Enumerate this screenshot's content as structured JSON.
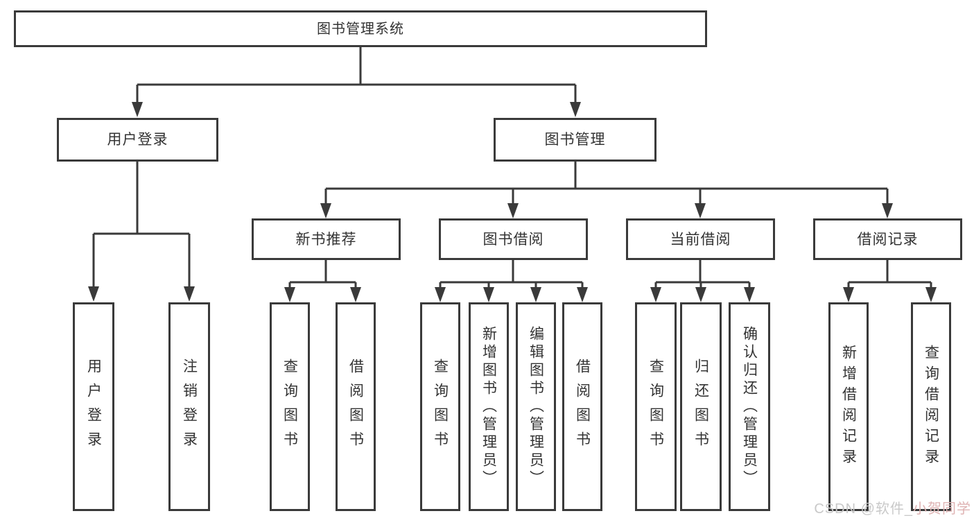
{
  "diagram": {
    "root": {
      "label": "图书管理系统"
    },
    "level2": [
      {
        "key": "user-login",
        "label": "用户登录"
      },
      {
        "key": "book-management",
        "label": "图书管理"
      }
    ],
    "level3": [
      {
        "key": "new-book-recommendation",
        "label": "新书推荐"
      },
      {
        "key": "book-borrowing",
        "label": "图书借阅"
      },
      {
        "key": "current-borrowing",
        "label": "当前借阅"
      },
      {
        "key": "borrowing-records",
        "label": "借阅记录"
      }
    ],
    "leaves": [
      {
        "parent": "user-login",
        "label": "用户登录"
      },
      {
        "parent": "user-login",
        "label": "注销登录"
      },
      {
        "parent": "new-book-recommendation",
        "label": "查询图书"
      },
      {
        "parent": "new-book-recommendation",
        "label": "借阅图书"
      },
      {
        "parent": "book-borrowing",
        "label": "查询图书"
      },
      {
        "parent": "book-borrowing",
        "label": "新增图书（管理员）"
      },
      {
        "parent": "book-borrowing",
        "label": "编辑图书（管理员）"
      },
      {
        "parent": "book-borrowing",
        "label": "借阅图书"
      },
      {
        "parent": "current-borrowing",
        "label": "查询图书"
      },
      {
        "parent": "current-borrowing",
        "label": "归还图书"
      },
      {
        "parent": "current-borrowing",
        "label": "确认归还（管理员）"
      },
      {
        "parent": "borrowing-records",
        "label": "新增借阅记录"
      },
      {
        "parent": "borrowing-records",
        "label": "查询借阅记录"
      }
    ],
    "line_color": "#3a3a3a",
    "text_color": "#333333"
  },
  "watermark": {
    "part1": "CSDN @软件_",
    "part2": "小贺同学",
    "gray_color": "#c9c9c9",
    "pink_color": "#dfb3b3"
  }
}
